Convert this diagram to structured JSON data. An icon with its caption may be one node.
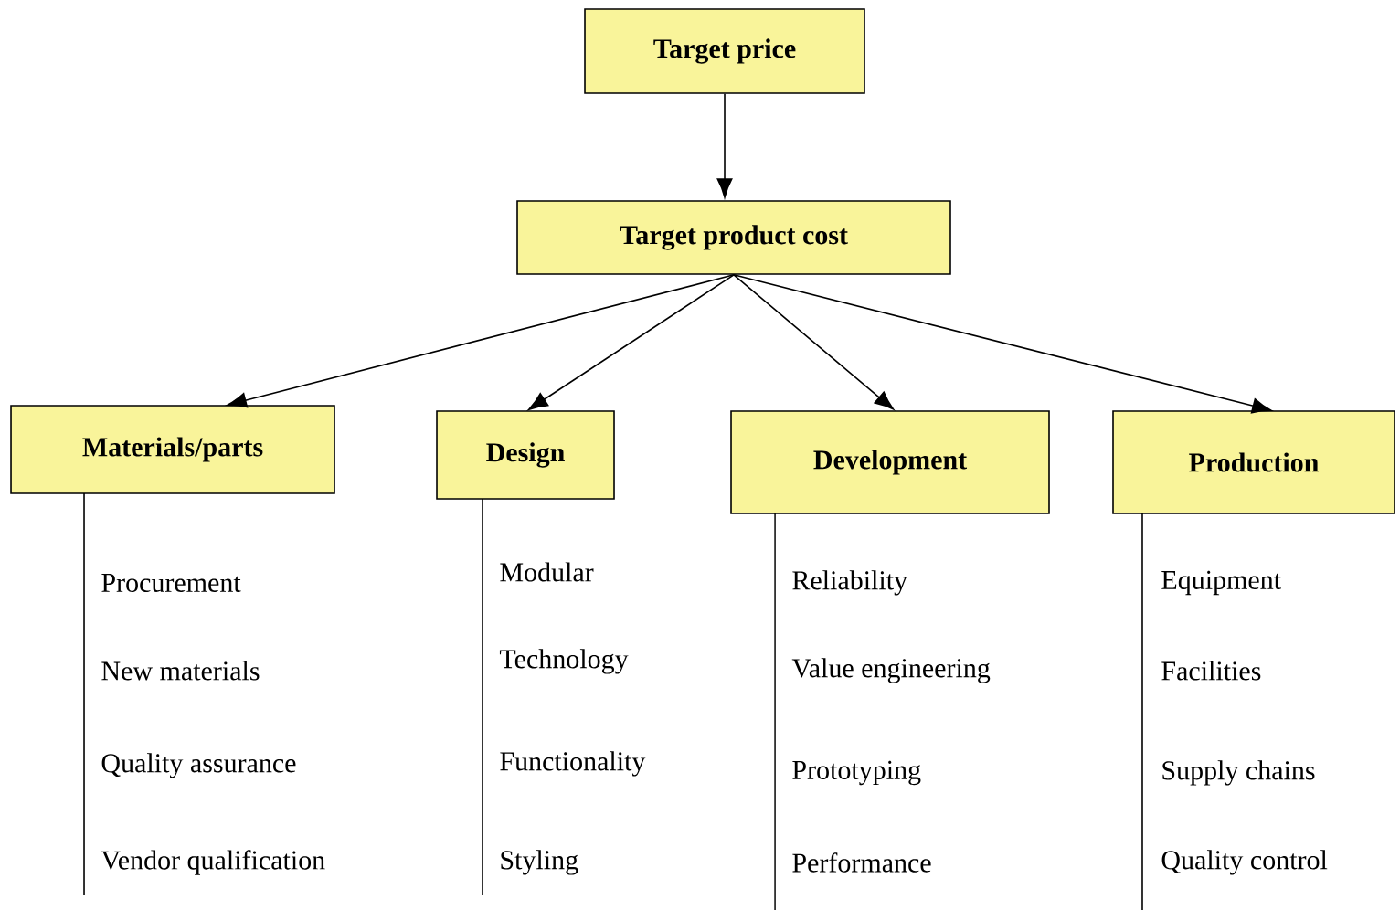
{
  "diagram": {
    "nodes": [
      {
        "text": [
          "Target price"
        ]
      },
      {
        "text": [
          "Target product cost"
        ]
      },
      {
        "text": [
          "Materials/parts"
        ],
        "beside": [
          "Procurement",
          "New materials",
          "Quality assurance",
          "Vendor qualification"
        ]
      },
      {
        "text": [
          "Design"
        ],
        "beside": [
          "Modular",
          "Technology",
          "Functionality",
          "Styling"
        ]
      },
      {
        "text": [
          "Development"
        ],
        "beside": [
          "Reliability",
          "Value engineering",
          "Prototyping",
          "Performance"
        ]
      },
      {
        "text": [
          "Production"
        ],
        "beside": [
          "Equipment",
          "Facilities",
          "Supply chains",
          "Quality control"
        ]
      }
    ],
    "edges": [
      {
        "from": 0,
        "to": 1,
        "arrow": "to"
      },
      {
        "from": 1,
        "to": 2,
        "arrow": "to"
      },
      {
        "from": 1,
        "to": 3,
        "arrow": "to"
      },
      {
        "from": 1,
        "to": 4,
        "arrow": "to"
      },
      {
        "from": 1,
        "to": 5,
        "arrow": "to"
      }
    ]
  }
}
